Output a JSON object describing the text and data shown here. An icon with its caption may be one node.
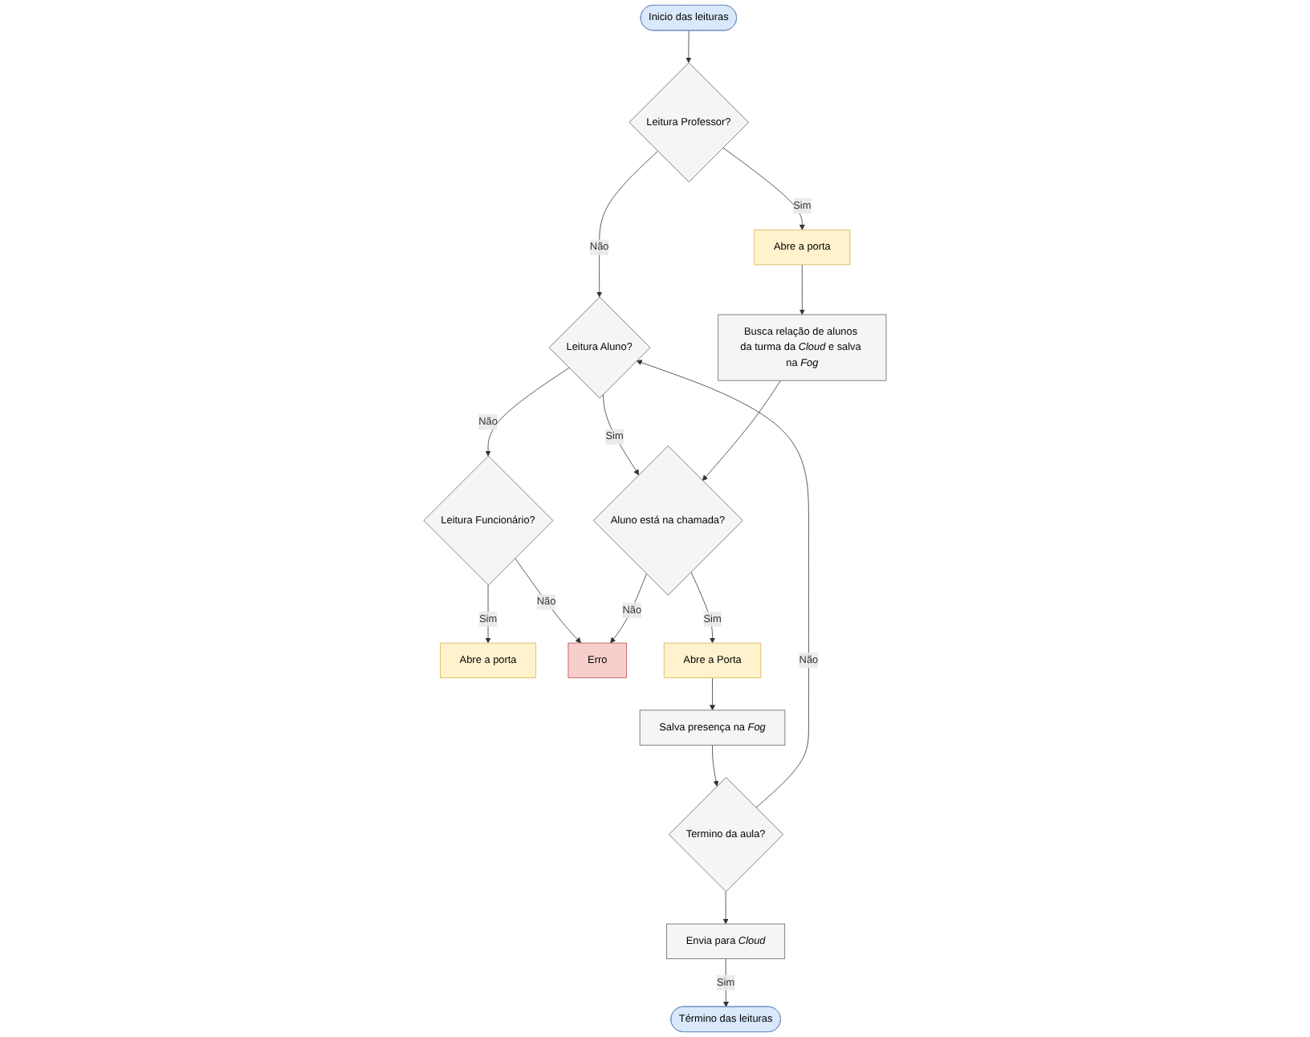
{
  "diagram": {
    "nodes": [
      {
        "text": [
          "Inicio das leituras"
        ]
      },
      {
        "text": [
          "Leitura Professor?"
        ]
      },
      {
        "text": [
          "Leitura Aluno?"
        ]
      },
      {
        "text": [
          "Leitura Funcionário?"
        ]
      },
      {
        "text": [
          "Abre a porta"
        ]
      },
      {
        "text": [
          "Abre a porta"
        ]
      },
      {
        "text": [
          "Busca relação de alunos da turma da *Cloud* e salva na *Fog*"
        ]
      },
      {
        "text": [
          "Aluno está na chamada?"
        ]
      },
      {
        "text": [
          "Erro"
        ]
      },
      {
        "text": [
          "Abre a Porta"
        ]
      },
      {
        "text": [
          "Salva presença na *Fog*"
        ]
      },
      {
        "text": [
          "Termino da aula?"
        ]
      },
      {
        "text": [
          "Término das leituras"
        ]
      },
      {
        "text": [
          "Envia para *Cloud*"
        ]
      }
    ],
    "edges": [
      {
        "from": 0,
        "to": 1,
        "arrow": "to"
      },
      {
        "from": 1,
        "to": 2,
        "arrow": "to",
        "label": "Não"
      },
      {
        "from": 1,
        "to": 5,
        "arrow": "to",
        "label": "Sim"
      },
      {
        "from": 2,
        "to": 3,
        "arrow": "to",
        "label": "Não"
      },
      {
        "from": 2,
        "to": 7,
        "arrow": "to",
        "label": "Sim"
      },
      {
        "from": 3,
        "to": 4,
        "arrow": "to",
        "label": "Sim"
      },
      {
        "from": 3,
        "to": 8,
        "arrow": "to",
        "label": "Não"
      },
      {
        "from": 5,
        "to": 6,
        "arrow": "to"
      },
      {
        "from": 6,
        "to": 7,
        "arrow": "to"
      },
      {
        "from": 7,
        "to": 8,
        "arrow": "to",
        "label": "Não"
      },
      {
        "from": 7,
        "to": 9,
        "arrow": "to",
        "label": "Sim"
      },
      {
        "from": 9,
        "to": 10,
        "arrow": "to"
      },
      {
        "from": 10,
        "to": 11,
        "arrow": "to"
      },
      {
        "from": 11,
        "to": 2,
        "arrow": "to",
        "label": "Não"
      },
      {
        "from": 11,
        "to": 13,
        "arrow": "to"
      },
      {
        "from": 13,
        "to": 12,
        "arrow": "to",
        "label": "Sim"
      }
    ]
  }
}
